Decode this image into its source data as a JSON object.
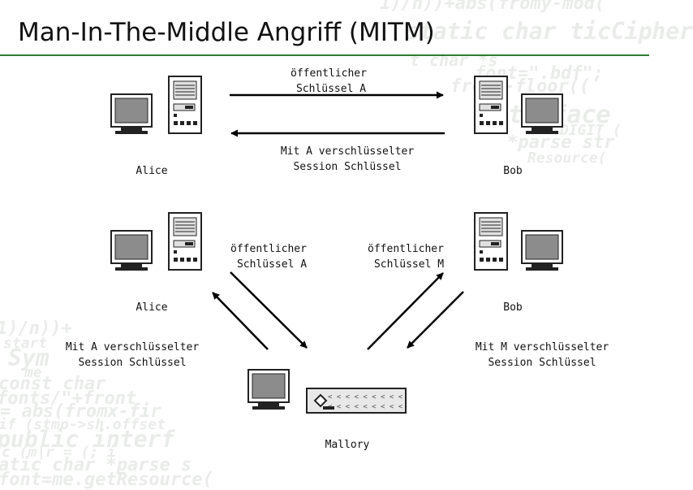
{
  "title": "Man-In-The-Middle Angriff (MITM)",
  "accent_color": "#2e7d32",
  "background_code": [
    "1)/n))+abs(fromy-mod(",
    "static char ticCipher",
    "t char *s",
    "font=\".bdf\";",
    "fromx-floor((",
    "interface",
    "DIGIT (",
    "*parse str",
    "Resource(",
    "1)/n))+",
    "start",
    "Sym",
    "me",
    "const char",
    "fonts/\"+front",
    "= abs(fromx-fir",
    "if (stmp->sh.offset",
    "public interf",
    "c (m|r = (; i",
    "atic char *parse s",
    "font=me.getResource("
  ],
  "top": {
    "left_name": "Alice",
    "right_name": "Bob",
    "arrow1_line1": "öffentlicher",
    "arrow1_line2": "Schlüssel A",
    "arrow2_line1": "Mit A verschlüsselter",
    "arrow2_line2": "Session Schlüssel"
  },
  "bottom": {
    "left_name": "Alice",
    "right_name": "Bob",
    "attacker_name": "Mallory",
    "left_key_line1": "öffentlicher",
    "left_key_line2": "Schlüssel A",
    "right_key_line1": "öffentlicher",
    "right_key_line2": "Schlüssel M",
    "left_session_line1": "Mit A verschlüsselter",
    "left_session_line2": "Session Schlüssel",
    "right_session_line1": "Mit M verschlüsselter",
    "right_session_line2": "Session Schlüssel"
  },
  "icons": [
    "computer-icon",
    "server-icon",
    "network-switch-icon"
  ]
}
